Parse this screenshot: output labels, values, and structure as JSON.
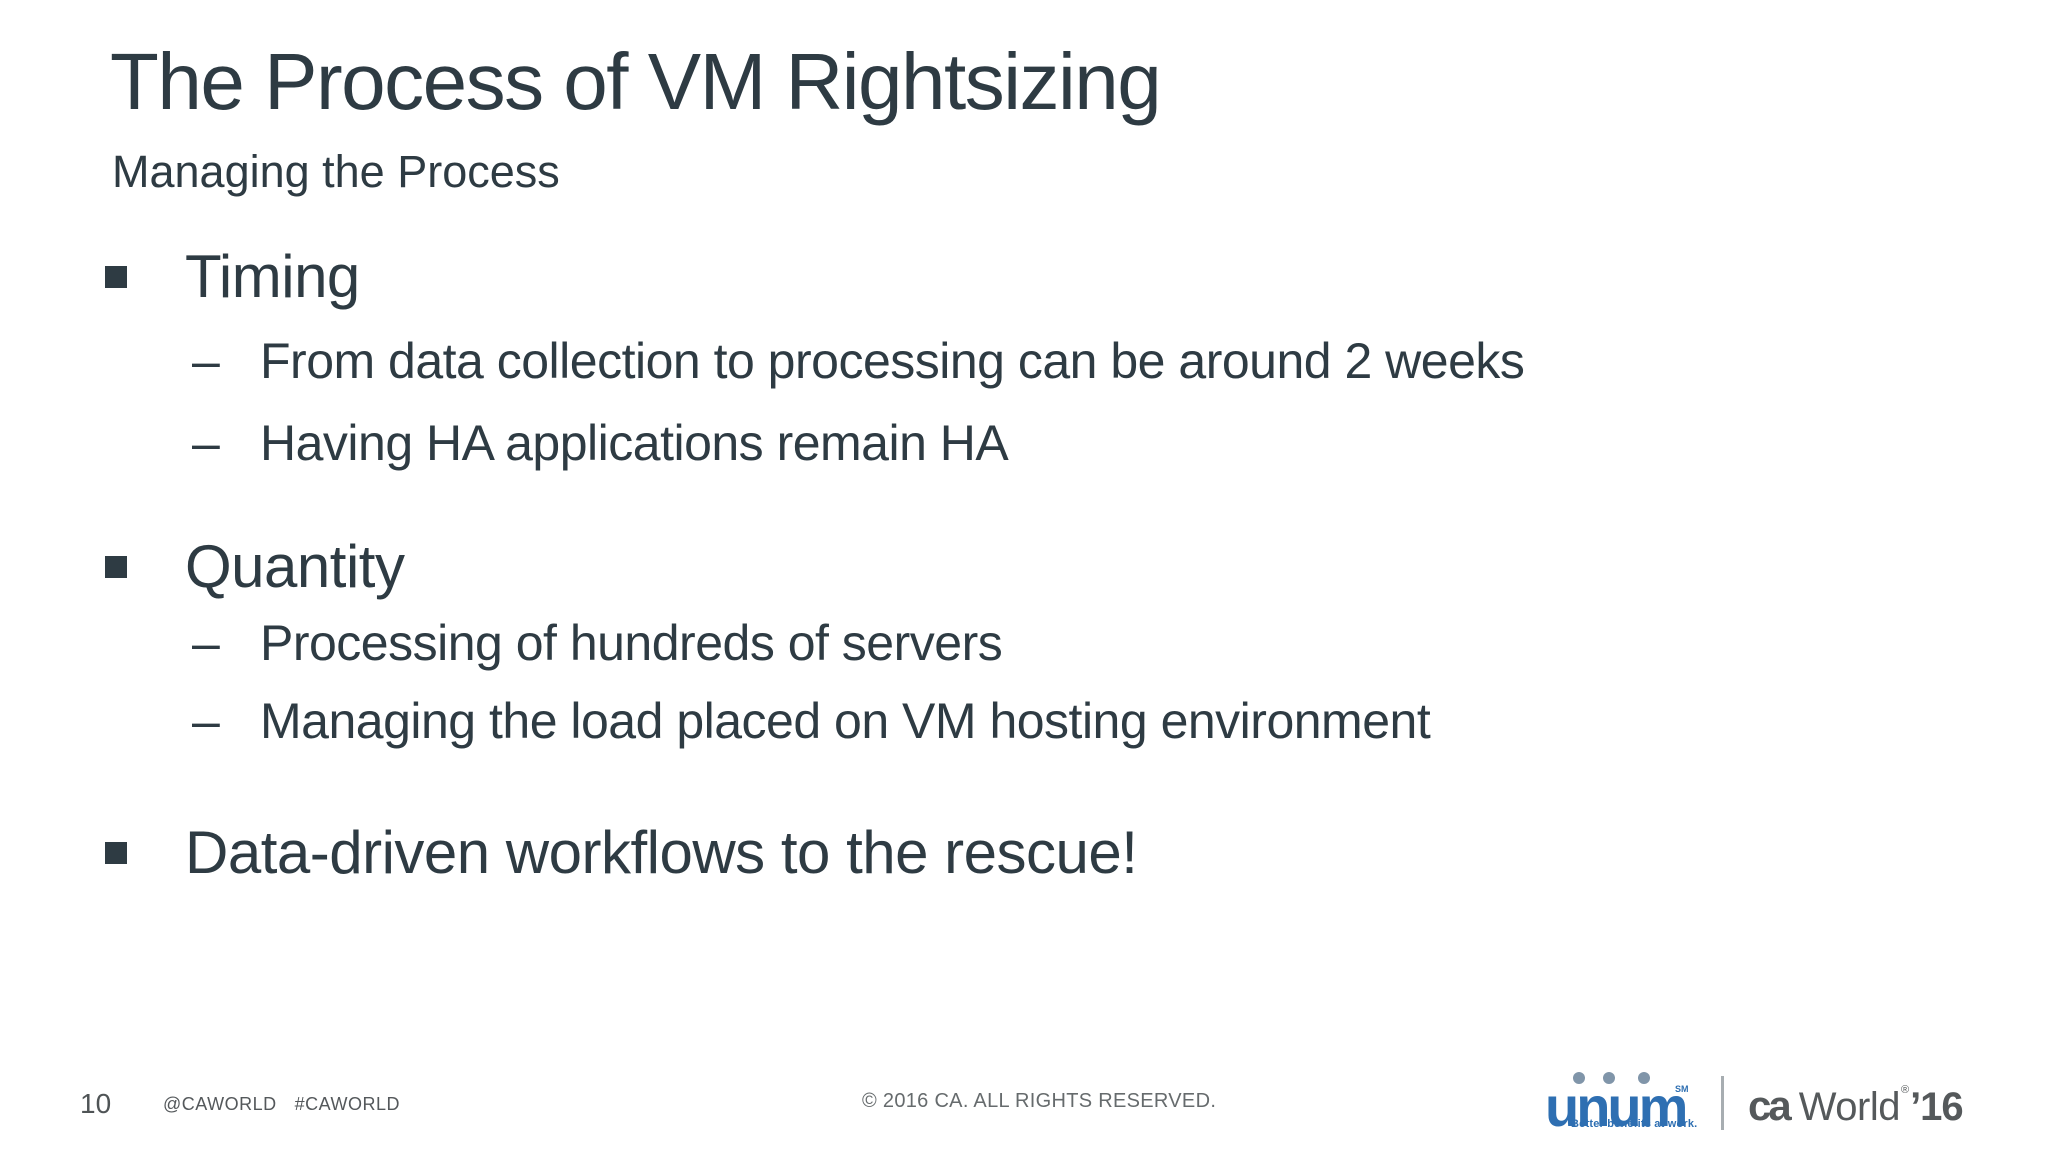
{
  "slide": {
    "title": "The Process of VM Rightsizing",
    "subtitle": "Managing the Process",
    "dash": "–",
    "bullets": [
      {
        "label": "Timing",
        "sub": [
          "From data collection to processing can be around 2 weeks",
          "Having HA applications remain HA"
        ]
      },
      {
        "label": "Quantity",
        "sub": [
          "Processing of hundreds of servers",
          "Managing the load placed on VM hosting environment"
        ]
      },
      {
        "label": "Data-driven workflows to the rescue!",
        "sub": []
      }
    ]
  },
  "footer": {
    "page_number": "10",
    "handle": "@CAWORLD",
    "hashtag": "#CAWORLD",
    "copyright": "© 2016 CA. ALL RIGHTS RESERVED.",
    "unum_logo": {
      "wordmark": "unum",
      "mark": "SM",
      "tagline": "Better benefits at work."
    },
    "caworld_logo": {
      "ca": "ca",
      "world": "World",
      "reg": "®",
      "year": "’16"
    }
  },
  "colors": {
    "slide_text": "#2e3b43",
    "footer_text": "#55595c",
    "copyright_gray": "#666b6d",
    "unum_blue": "#2e6fb2",
    "unum_dot_gray": "#8095a9",
    "caworld_gray": "#55595b",
    "background": "#ffffff"
  }
}
